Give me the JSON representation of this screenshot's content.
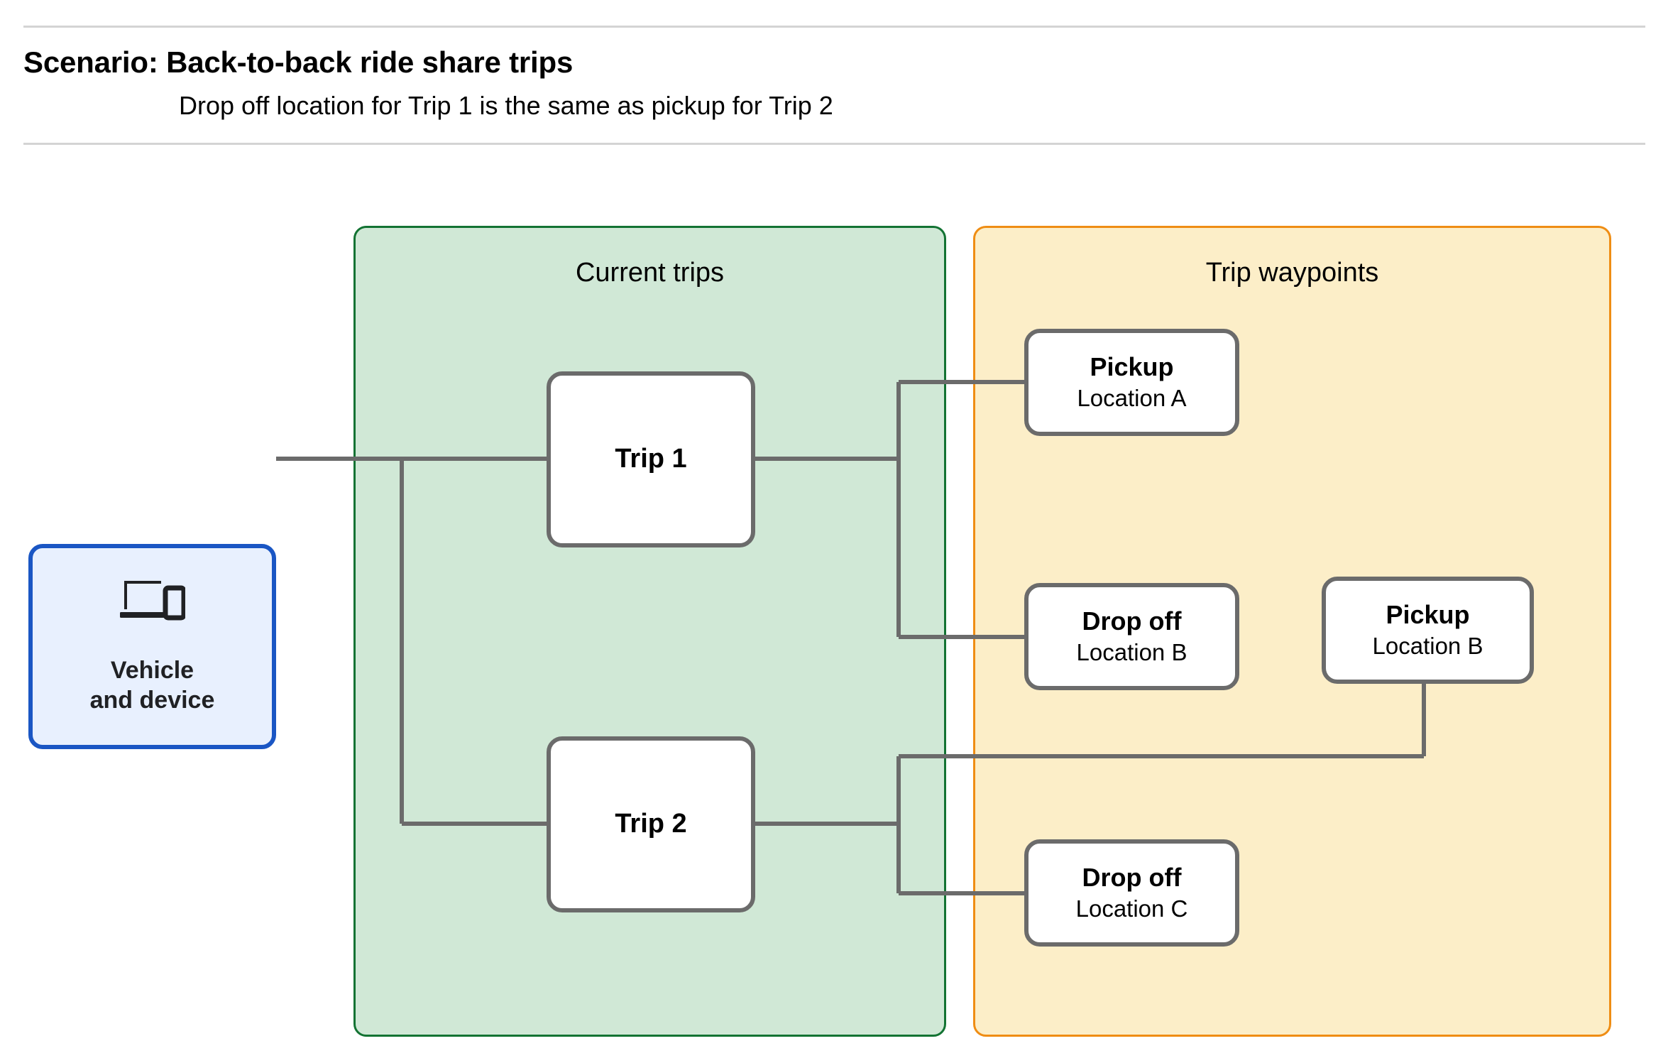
{
  "header": {
    "title": "Scenario: Back-to-back ride share trips",
    "subtitle": "Drop off  location for Trip 1 is the same as pickup for Trip 2",
    "rule_color": "#d4d4d4"
  },
  "vehicle": {
    "icon": "devices-laptop-phone-icon",
    "label": "Vehicle\nand device",
    "border_color": "#1a56c4",
    "fill_color": "#e8f0fe"
  },
  "panels": {
    "current_trips": {
      "title": "Current trips",
      "fill_color": "#d0e8d6",
      "border_color": "#137333"
    },
    "trip_waypoints": {
      "title": "Trip waypoints",
      "fill_color": "#fceec8",
      "border_color": "#ef8d14"
    }
  },
  "trips": [
    {
      "id": "trip-1",
      "label": "Trip 1"
    },
    {
      "id": "trip-2",
      "label": "Trip 2"
    }
  ],
  "waypoints": [
    {
      "id": "pickup-a",
      "title": "Pickup",
      "location": "Location A"
    },
    {
      "id": "dropoff-b",
      "title": "Drop off",
      "location": "Location B"
    },
    {
      "id": "pickup-b",
      "title": "Pickup",
      "location": "Location B"
    },
    {
      "id": "dropoff-c",
      "title": "Drop off",
      "location": "Location C"
    }
  ],
  "edges": {
    "stroke_color": "#6b6b6b",
    "list": [
      {
        "from": "vehicle",
        "to": "trip-1"
      },
      {
        "from": "vehicle",
        "to": "trip-2"
      },
      {
        "from": "trip-1",
        "to": "pickup-a"
      },
      {
        "from": "trip-1",
        "to": "dropoff-b"
      },
      {
        "from": "trip-2",
        "to": "pickup-b"
      },
      {
        "from": "trip-2",
        "to": "dropoff-c"
      }
    ]
  }
}
